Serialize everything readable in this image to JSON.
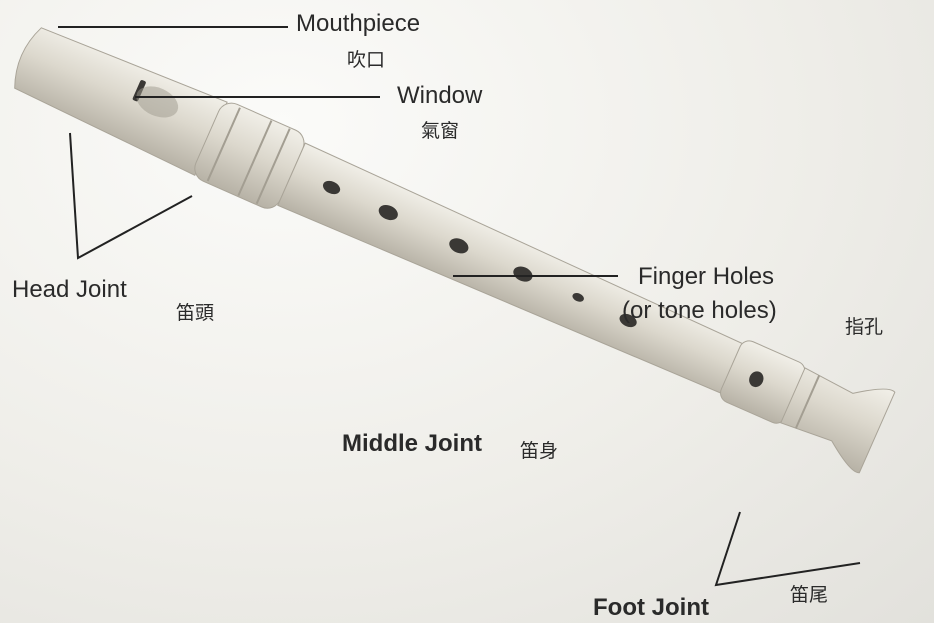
{
  "labels": {
    "mouthpiece": {
      "en": "Mouthpiece",
      "zh": "吹口"
    },
    "window": {
      "en": "Window",
      "zh": "氣窗"
    },
    "head_joint": {
      "en": "Head Joint",
      "zh": "笛頭"
    },
    "finger_holes": {
      "en_line1": "Finger Holes",
      "en_line2": "(or tone holes)",
      "zh": "指孔"
    },
    "middle_joint": {
      "en": "Middle Joint",
      "zh": "笛身"
    },
    "foot_joint": {
      "en": "Foot Joint",
      "zh": "笛尾"
    }
  },
  "colors": {
    "recorder_body": "#dcd8cd",
    "recorder_shadow": "#b7b2a6",
    "leader_line": "#222222",
    "hole": "#3a3835"
  }
}
